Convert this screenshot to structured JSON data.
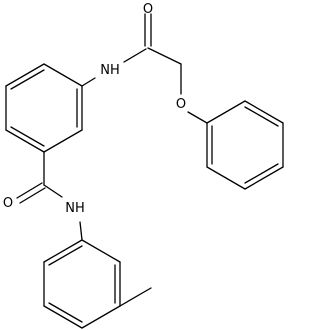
{
  "molecule": {
    "atom_labels": {
      "carbonyl_oxygen_top": "O",
      "amide_nh_top": "NH",
      "ether_oxygen": "O",
      "carbonyl_oxygen_bottom": "O",
      "amide_nh_bottom": "NH"
    },
    "colors": {
      "bond": "#000000",
      "label": "#000000",
      "background": "#ffffff"
    }
  }
}
